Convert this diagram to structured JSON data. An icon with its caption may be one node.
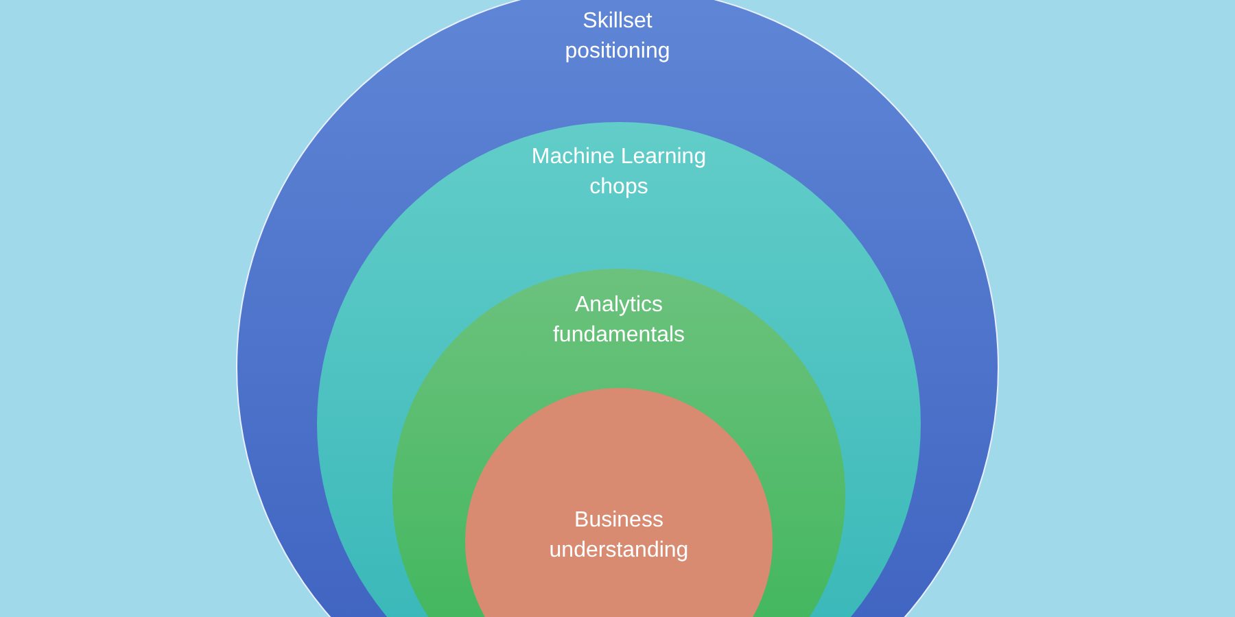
{
  "diagram": {
    "nodes": [
      {
        "text": [
          "Skillset positioning"
        ]
      },
      {
        "text": [
          "Machine Learning chops"
        ],
        "in": 0
      },
      {
        "text": [
          "Analytics fundamentals"
        ],
        "in": 1
      },
      {
        "text": [
          "Business understanding"
        ],
        "in": 2
      }
    ]
  }
}
